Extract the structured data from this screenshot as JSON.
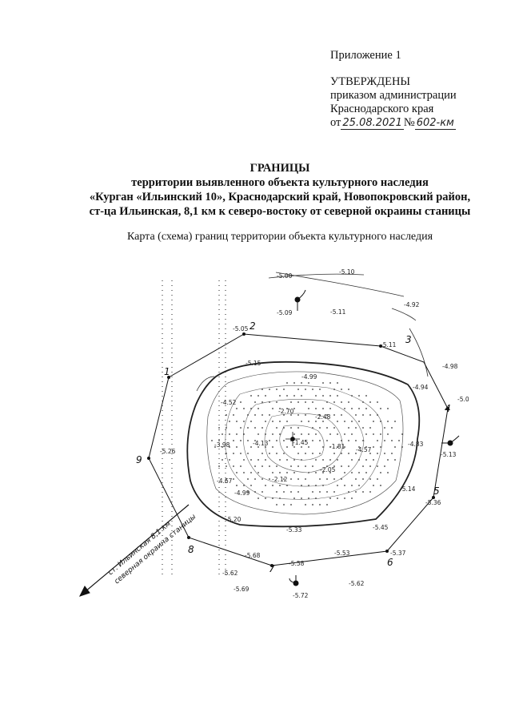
{
  "approval": {
    "appendix": "Приложение 1",
    "approved": "УТВЕРЖДЕНЫ",
    "line1": "приказом администрации",
    "line2": "Краснодарского края",
    "date_prefix": "от",
    "date": "25.08.2021",
    "number_prefix": "№",
    "number": "602-км"
  },
  "heading": {
    "line1": "ГРАНИЦЫ",
    "line2": "территории выявленного объекта культурного наследия",
    "line3": "«Курган «Ильинский 10», Краснодарский край, Новопокровский район,",
    "line4": "ст-ца Ильинская, 8,1 км к северо-востоку от северной окраины станицы"
  },
  "subtitle": "Карта (схема) границ территории объекта культурного наследия",
  "map": {
    "boundary_points": [
      "1",
      "2",
      "3",
      "4",
      "5",
      "6",
      "7",
      "8",
      "9"
    ],
    "elevations": [
      "-5.00",
      "-5.10",
      "-4.92",
      "-5.09",
      "-5.11",
      "-5.05",
      "-5.11",
      "-4.98",
      "-5.15",
      "-4.99",
      "-4.94",
      "-5.0",
      "-4.52",
      "-2.70",
      "-2.48",
      "-1.45",
      "-3.98",
      "-4.13",
      "-1.81",
      "-4.57",
      "-4.83",
      "-5.13",
      "-5.26",
      "-2.05",
      "-2.12",
      "-4.67",
      "-5.14",
      "-4.99",
      "-5.36",
      "-5.20",
      "-5.33",
      "-5.45",
      "-5.68",
      "-5.53",
      "-5.37",
      "-5.58",
      "-5.62",
      "-5.62",
      "-5.69",
      "-5.72"
    ],
    "road_line1": "ст. Ильинская 8,1 км",
    "road_line2": "северная окраина станицы"
  }
}
